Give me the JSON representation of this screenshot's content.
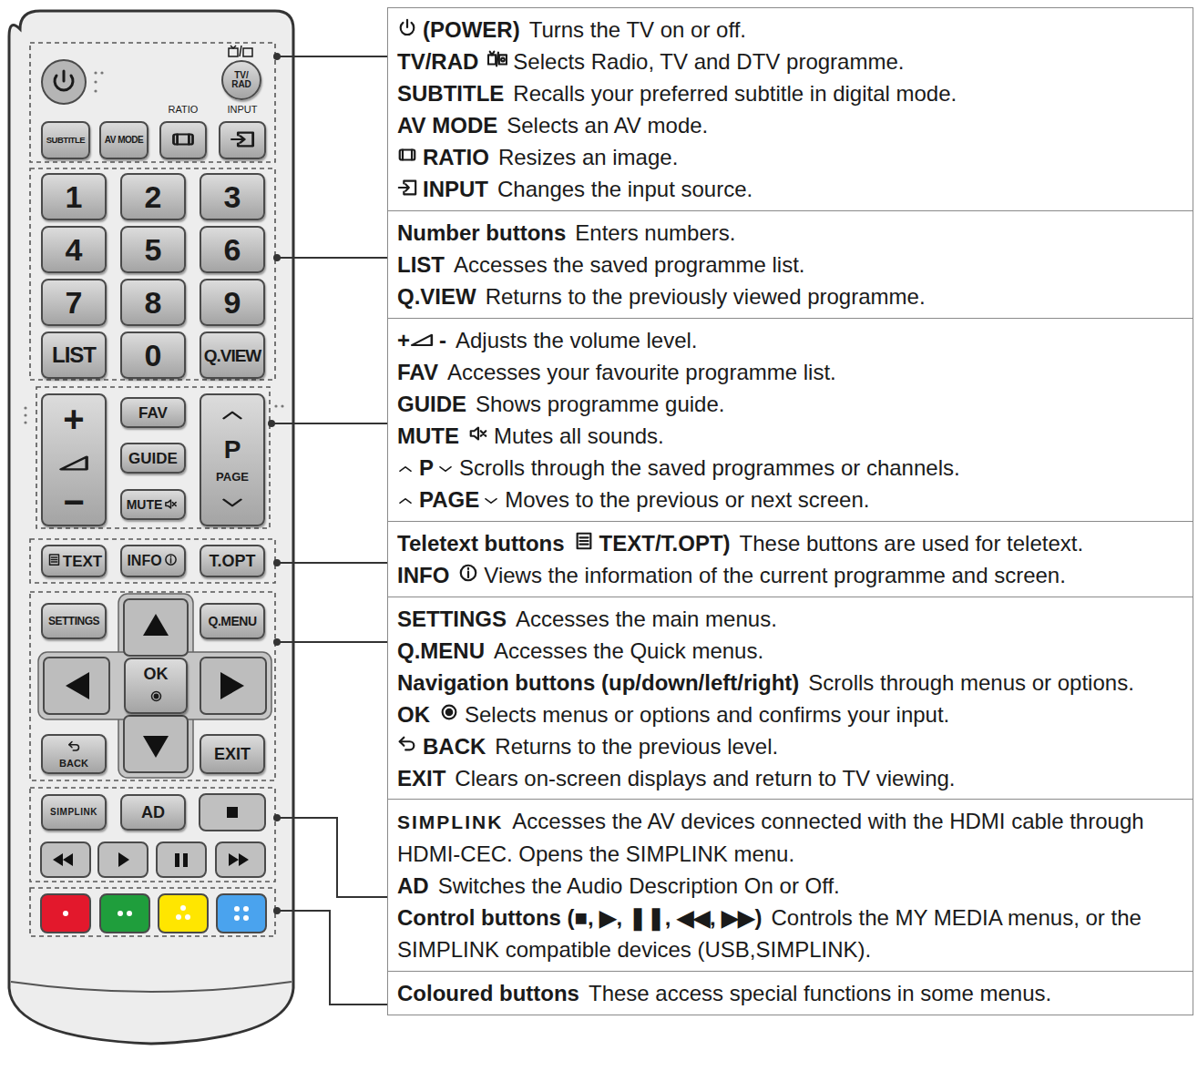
{
  "diagram": {
    "nodes": [
      {
        "text": [
          "TV/ RAD"
        ]
      },
      {
        "text": [
          "SUBTITLE"
        ]
      },
      {
        "text": [
          "AV MODE"
        ]
      },
      {
        "text": [
          "RATIO"
        ]
      },
      {
        "text": [
          "INPUT"
        ]
      },
      {
        "text": [
          "1"
        ]
      },
      {
        "text": [
          "2"
        ]
      },
      {
        "text": [
          "3"
        ]
      },
      {
        "text": [
          "4"
        ]
      },
      {
        "text": [
          "5"
        ]
      },
      {
        "text": [
          "6"
        ]
      },
      {
        "text": [
          "7"
        ]
      },
      {
        "text": [
          "8"
        ]
      },
      {
        "text": [
          "9"
        ]
      },
      {
        "text": [
          "LIST"
        ]
      },
      {
        "text": [
          "0"
        ]
      },
      {
        "text": [
          "Q.VIEW"
        ]
      },
      {
        "text": [
          "+",
          "−"
        ]
      },
      {
        "text": [
          "FAV"
        ]
      },
      {
        "text": [
          "GUIDE"
        ]
      },
      {
        "text": [
          "MUTE"
        ]
      },
      {
        "text": [
          "P",
          "PAGE"
        ]
      },
      {
        "text": [
          "TEXT"
        ]
      },
      {
        "text": [
          "INFO"
        ]
      },
      {
        "text": [
          "T.OPT"
        ]
      },
      {
        "text": [
          "SETTINGS"
        ]
      },
      {
        "text": [
          "Q.MENU"
        ]
      },
      {
        "text": [
          "OK"
        ]
      },
      {
        "text": [
          "BACK"
        ]
      },
      {
        "text": [
          "EXIT"
        ]
      },
      {
        "text": [
          "SIMPLINK"
        ]
      },
      {
        "text": [
          "AD"
        ]
      },
      {
        "text": [
          "(POWER)",
          "Turns the TV on or off.",
          "TV/RAD",
          "Selects Radio, TV and DTV programme.",
          "SUBTITLE",
          "Recalls your preferred subtitle in digital mode.",
          "AV MODE",
          "Selects an AV mode.",
          "RATIO",
          "Resizes an image.",
          "INPUT",
          "Changes the input source."
        ]
      },
      {
        "text": [
          "Number buttons",
          "Enters numbers.",
          "LIST",
          "Accesses the saved programme list.",
          "Q.VIEW",
          "Returns to the previously viewed programme."
        ]
      },
      {
        "text": [
          "+",
          "-",
          "Adjusts the volume level.",
          "FAV",
          "Accesses your favourite programme list.",
          "GUIDE",
          "Shows programme guide.",
          "MUTE",
          "Mutes all sounds.",
          "P",
          "Scrolls through the saved programmes or channels.",
          "PAGE",
          "Moves to the previous or next screen."
        ]
      },
      {
        "text": [
          "Teletext buttons",
          "TEXT/T.OPT)",
          "These buttons are used for teletext.",
          "INFO",
          "Views the information of the current programme and screen."
        ]
      },
      {
        "text": [
          "SETTINGS",
          "Accesses the main menus.",
          "Q.MENU",
          "Accesses the Quick menus.",
          "Navigation buttons (up/down/left/right)",
          "Scrolls through menus or options.",
          "OK",
          "Selects menus or options and confirms your input.",
          "BACK",
          "Returns to the previous level.",
          "EXIT",
          "Clears on-screen displays and return to TV viewing."
        ]
      },
      {
        "text": [
          "SIMPLINK",
          "Accesses the AV devices connected with the HDMI cable through HDMI-CEC. Opens the SIMPLINK menu.",
          "AD",
          "Switches the Audio Description On or Off.",
          "Control buttons (■, ▶, ❚❚, ◀◀, ▶▶)",
          "Controls the MY MEDIA menus, or the SIMPLINK compatible devices (USB,SIMPLINK)."
        ]
      },
      {
        "text": [
          "Coloured buttons",
          "These access special functions in some menus."
        ]
      }
    ]
  }
}
